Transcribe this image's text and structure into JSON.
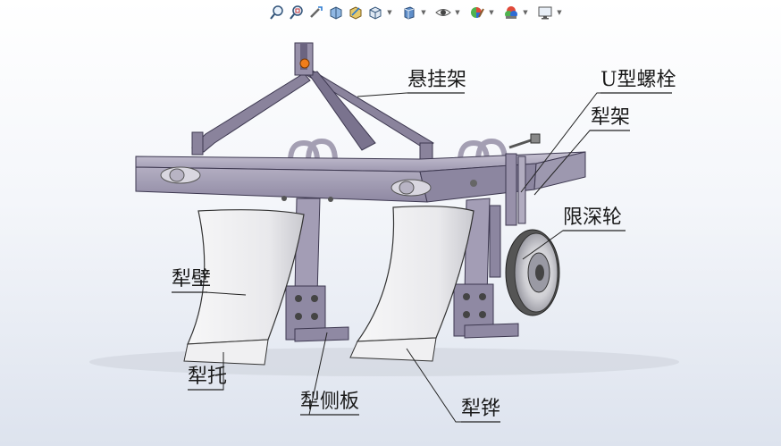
{
  "toolbar": {
    "items": [
      {
        "icon": "zoom-to-fit-icon",
        "dropdown": false
      },
      {
        "icon": "zoom-to-area-icon",
        "dropdown": false
      },
      {
        "icon": "previous-view-icon",
        "dropdown": false
      },
      {
        "icon": "section-view-icon",
        "dropdown": false
      },
      {
        "icon": "dynamic-annotation-icon",
        "dropdown": false
      },
      {
        "icon": "view-orientation-icon",
        "dropdown": true
      },
      {
        "icon": "display-style-icon",
        "dropdown": true
      },
      {
        "icon": "hide-show-items-icon",
        "dropdown": true
      },
      {
        "icon": "edit-appearance-icon",
        "dropdown": true
      },
      {
        "icon": "apply-scene-icon",
        "dropdown": true
      },
      {
        "icon": "view-settings-icon",
        "dropdown": true
      }
    ]
  },
  "labels": {
    "hanger": "悬挂架",
    "u_bolt": "U型螺栓",
    "plow_frame": "犁架",
    "depth_wheel": "限深轮",
    "moldboard": "犁壁",
    "plow_bracket": "犁托",
    "landside": "犁侧板",
    "share": "犁铧"
  },
  "colors": {
    "frame": "#9a93ac",
    "frame_dark": "#6f6884",
    "frame_light": "#c3bfd0",
    "moldboard": "#ececee",
    "hitch_pin": "#f07d1a"
  }
}
